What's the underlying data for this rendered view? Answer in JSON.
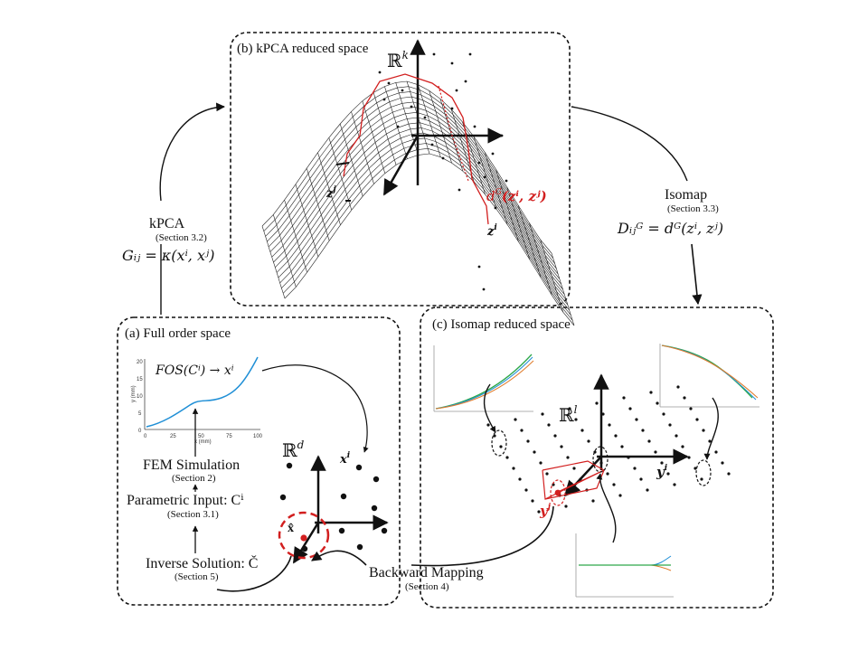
{
  "panels": {
    "b": {
      "title": "(b) kPCA reduced space",
      "space": "ℝ",
      "space_sup": "k",
      "zj": "z",
      "zj_sup": "j",
      "zi": "z",
      "zi_sup": "i",
      "dist": "d",
      "dist_sup": "G",
      "dist_args": "(zⁱ, zʲ)"
    },
    "a": {
      "title": "(a) Full order space",
      "space": "ℝ",
      "space_sup": "d",
      "xi": "x",
      "xi_sup": "i",
      "xhat": "x̂",
      "plot_label": "FOS(Cⁱ) → xⁱ",
      "fem": "FEM Simulation",
      "fem_sec": "(Section 2)",
      "param": "Parametric Input: Cⁱ",
      "param_sec": "(Section 3.1)",
      "inverse": "Inverse Solution: Č",
      "inverse_sec": "(Section 5)"
    },
    "c": {
      "title": "(c) Isomap reduced space",
      "space": "ℝ",
      "space_sup": "l",
      "yi": "y",
      "yi_sup": "i",
      "yj": "y",
      "yj_sup": "j"
    }
  },
  "arrows": {
    "kpca": {
      "name": "kPCA",
      "section": "(Section 3.2)",
      "formula": "Gᵢⱼ = κ(xⁱ, xʲ)"
    },
    "isomap": {
      "name": "Isomap",
      "section": "(Section 3.3)",
      "formula": "Dᵢⱼᴳ = dᴳ(zⁱ, zʲ)"
    },
    "backward": {
      "name": "Backward Mapping",
      "section": "(Section 4)"
    }
  },
  "plot_axes": {
    "x_ticks": [
      "0",
      "25",
      "50",
      "75",
      "100"
    ],
    "y_ticks": [
      "0",
      "5",
      "10",
      "15",
      "20"
    ],
    "x_label": "x (mm)",
    "y_label": "y (mm)"
  },
  "colors": {
    "red": "#d21f1f",
    "blue": "#1f8fd6",
    "green": "#2ea84a",
    "orange": "#e07b2a"
  }
}
